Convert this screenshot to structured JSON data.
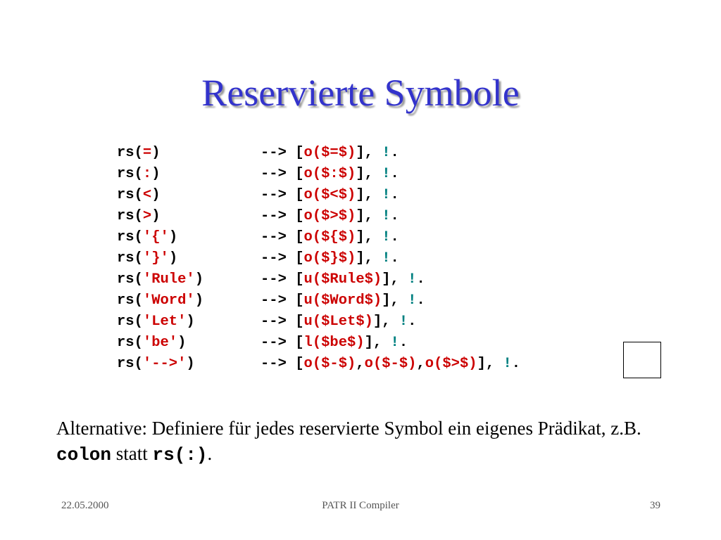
{
  "slide": {
    "title": "Reservierte Symbole",
    "colors": {
      "title": "#3333cc",
      "code_highlight": "#cc0000",
      "cut": "#008080"
    },
    "code_lines": [
      {
        "lhs": [
          {
            "t": "rs("
          },
          {
            "t": "=",
            "c": "red"
          },
          {
            "t": ")"
          }
        ],
        "rhs": [
          {
            "t": "--> ["
          },
          {
            "t": "o($=$)",
            "c": "red"
          },
          {
            "t": "], "
          },
          {
            "t": "!",
            "c": "teal"
          },
          {
            "t": "."
          }
        ]
      },
      {
        "lhs": [
          {
            "t": "rs("
          },
          {
            "t": ":",
            "c": "red"
          },
          {
            "t": ")"
          }
        ],
        "rhs": [
          {
            "t": "--> ["
          },
          {
            "t": "o($:$)",
            "c": "red"
          },
          {
            "t": "], "
          },
          {
            "t": "!",
            "c": "teal"
          },
          {
            "t": "."
          }
        ]
      },
      {
        "lhs": [
          {
            "t": "rs("
          },
          {
            "t": "<",
            "c": "red"
          },
          {
            "t": ")"
          }
        ],
        "rhs": [
          {
            "t": "--> ["
          },
          {
            "t": "o($<$)",
            "c": "red"
          },
          {
            "t": "], "
          },
          {
            "t": "!",
            "c": "teal"
          },
          {
            "t": "."
          }
        ]
      },
      {
        "lhs": [
          {
            "t": "rs("
          },
          {
            "t": ">",
            "c": "red"
          },
          {
            "t": ")"
          }
        ],
        "rhs": [
          {
            "t": "--> ["
          },
          {
            "t": "o($>$)",
            "c": "red"
          },
          {
            "t": "], "
          },
          {
            "t": "!",
            "c": "teal"
          },
          {
            "t": "."
          }
        ]
      },
      {
        "lhs": [
          {
            "t": "rs("
          },
          {
            "t": "'{'",
            "c": "red"
          },
          {
            "t": ")"
          }
        ],
        "rhs": [
          {
            "t": "--> ["
          },
          {
            "t": "o(${$)",
            "c": "red"
          },
          {
            "t": "], "
          },
          {
            "t": "!",
            "c": "teal"
          },
          {
            "t": "."
          }
        ]
      },
      {
        "lhs": [
          {
            "t": "rs("
          },
          {
            "t": "'}'",
            "c": "red"
          },
          {
            "t": ")"
          }
        ],
        "rhs": [
          {
            "t": "--> ["
          },
          {
            "t": "o($}$)",
            "c": "red"
          },
          {
            "t": "], "
          },
          {
            "t": "!",
            "c": "teal"
          },
          {
            "t": "."
          }
        ]
      },
      {
        "lhs": [
          {
            "t": "rs("
          },
          {
            "t": "'Rule'",
            "c": "red"
          },
          {
            "t": ")"
          }
        ],
        "rhs": [
          {
            "t": "--> ["
          },
          {
            "t": "u($Rule$)",
            "c": "red"
          },
          {
            "t": "], "
          },
          {
            "t": "!",
            "c": "teal"
          },
          {
            "t": "."
          }
        ]
      },
      {
        "lhs": [
          {
            "t": "rs("
          },
          {
            "t": "'Word'",
            "c": "red"
          },
          {
            "t": ")"
          }
        ],
        "rhs": [
          {
            "t": "--> ["
          },
          {
            "t": "u($Word$)",
            "c": "red"
          },
          {
            "t": "], "
          },
          {
            "t": "!",
            "c": "teal"
          },
          {
            "t": "."
          }
        ]
      },
      {
        "lhs": [
          {
            "t": "rs("
          },
          {
            "t": "'Let'",
            "c": "red"
          },
          {
            "t": ")"
          }
        ],
        "rhs": [
          {
            "t": "--> ["
          },
          {
            "t": "u($Let$)",
            "c": "red"
          },
          {
            "t": "], "
          },
          {
            "t": "!",
            "c": "teal"
          },
          {
            "t": "."
          }
        ]
      },
      {
        "lhs": [
          {
            "t": "rs("
          },
          {
            "t": "'be'",
            "c": "red"
          },
          {
            "t": ")"
          }
        ],
        "rhs": [
          {
            "t": "--> ["
          },
          {
            "t": "l($be$)",
            "c": "red"
          },
          {
            "t": "], "
          },
          {
            "t": "!",
            "c": "teal"
          },
          {
            "t": "."
          }
        ]
      },
      {
        "lhs": [
          {
            "t": "rs("
          },
          {
            "t": "'-->'",
            "c": "red"
          },
          {
            "t": ")"
          }
        ],
        "rhs": [
          {
            "t": "--> ["
          },
          {
            "t": "o($-$)",
            "c": "red"
          },
          {
            "t": ","
          },
          {
            "t": "o($-$)",
            "c": "red"
          },
          {
            "t": ","
          },
          {
            "t": "o($>$)",
            "c": "red"
          },
          {
            "t": "], "
          },
          {
            "t": "!",
            "c": "teal"
          },
          {
            "t": "."
          }
        ]
      }
    ],
    "alternative": {
      "part1": "Alternative: Definiere für jedes reservierte Symbol ein eigenes Prädikat, z.B. ",
      "code1": "colon",
      "part2": " statt ",
      "code2": "rs(:)",
      "part3": "."
    },
    "footer": {
      "date": "22.05.2000",
      "center": "PATR II Compiler",
      "page": "39"
    }
  }
}
